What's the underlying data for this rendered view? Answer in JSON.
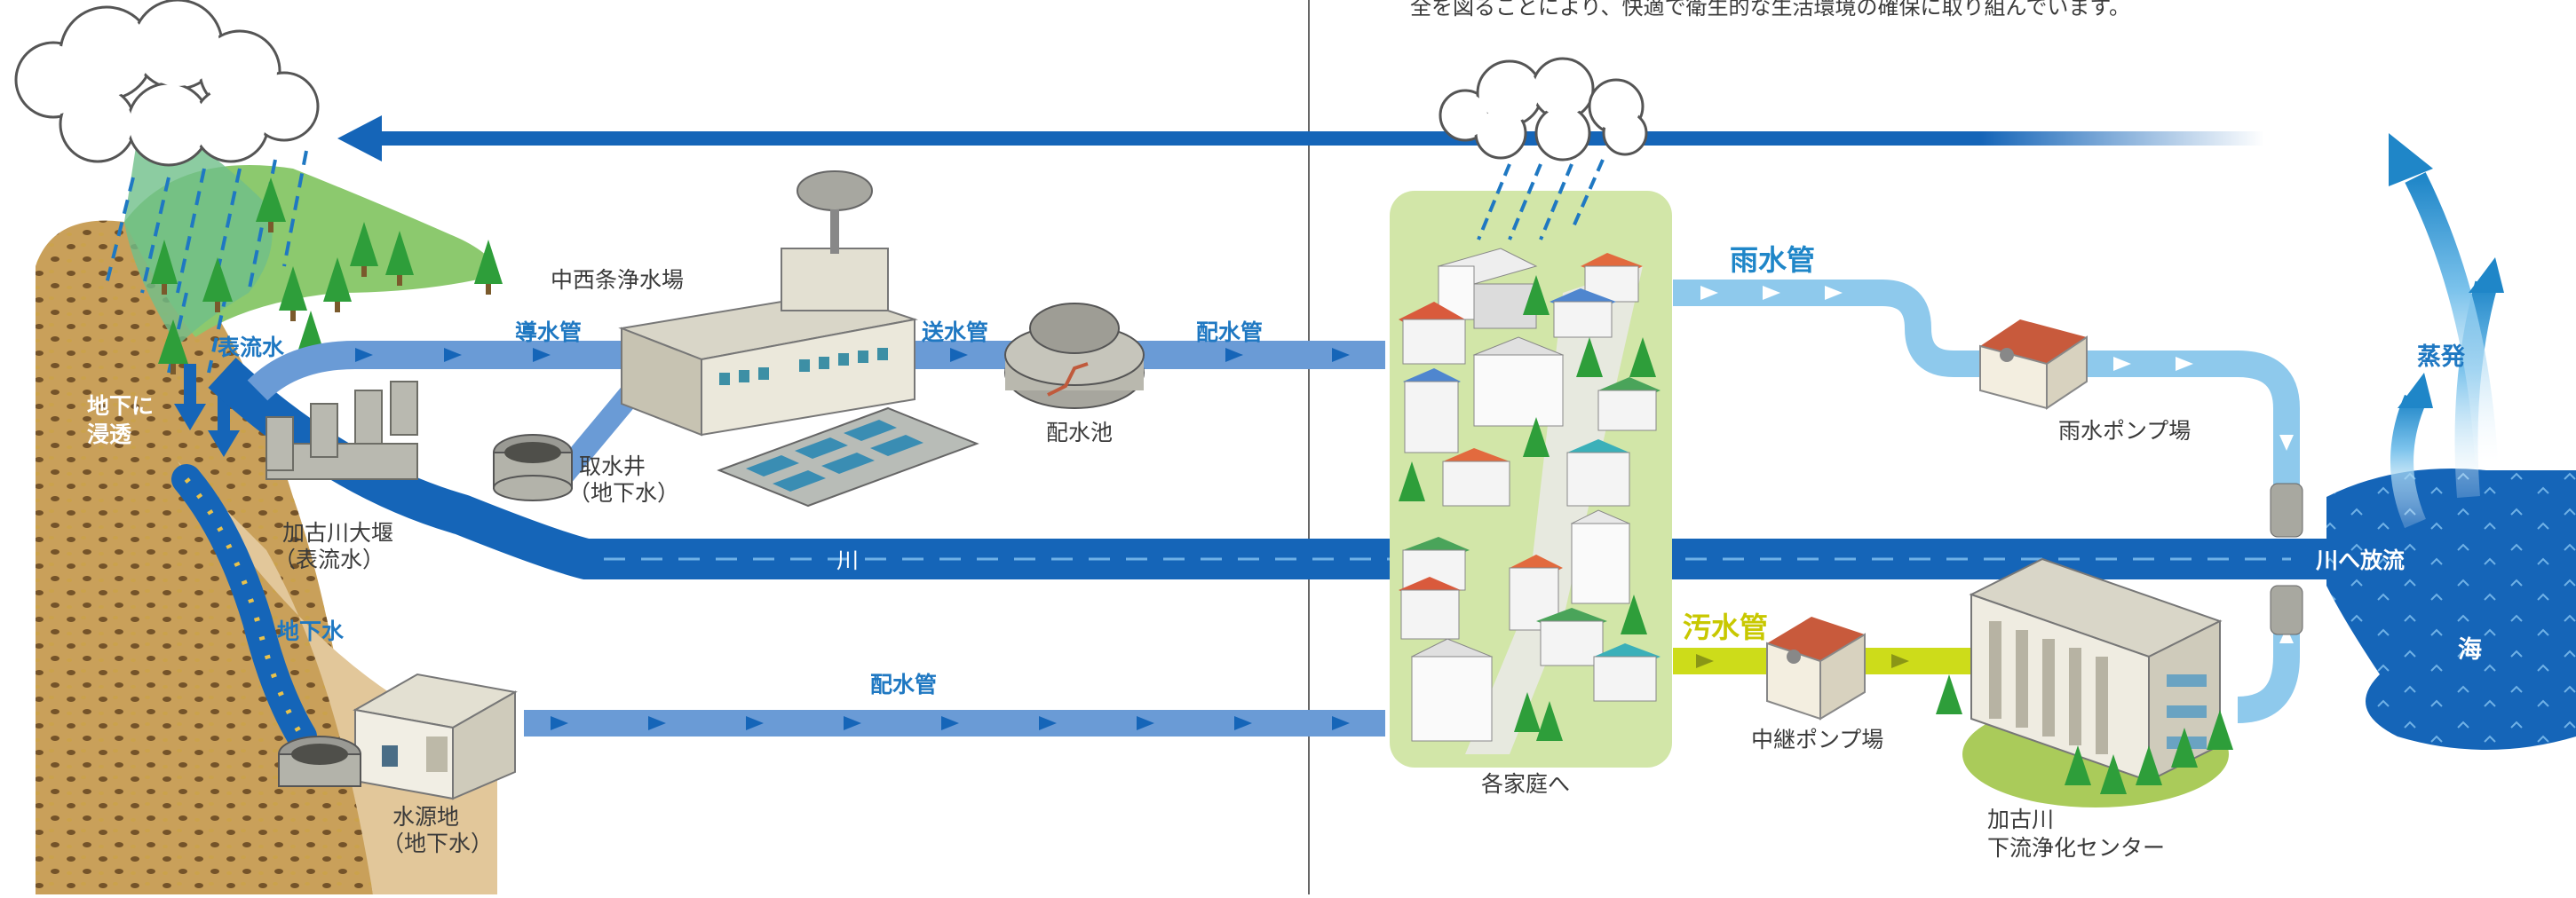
{
  "top_text": "全を図ることにより、快適で衛生的な生活環境の確保に取り組んでいます。",
  "labels": {
    "surface_water": "表流水",
    "infiltration_1": "地下に",
    "infiltration_2": "浸透",
    "conduit_pipe": "導水管",
    "purification_plant": "中西条浄水場",
    "transmission_pipe": "送水管",
    "distribution_pipe_top": "配水管",
    "reservoir": "配水池",
    "intake_well_1": "取水井",
    "intake_well_2": "（地下水）",
    "weir_1": "加古川大堰",
    "weir_2": "（表流水）",
    "river": "川",
    "groundwater": "地下水",
    "distribution_pipe_bottom": "配水管",
    "water_source_1": "水源地",
    "water_source_2": "（地下水）",
    "households": "各家庭へ",
    "rainwater_pipe": "雨水管",
    "rain_pump": "雨水ポンプ場",
    "sewage_pipe": "汚水管",
    "relay_pump": "中継ポンプ場",
    "treatment_1": "加古川",
    "treatment_2": "下流浄化センター",
    "discharge": "川へ放流",
    "evaporation": "蒸発",
    "sea": "海"
  },
  "colors": {
    "river_blue": "#1565b8",
    "pipe_blue": "#6a9bd6",
    "rain_pipe": "#8ec9ec",
    "sewage_pipe": "#cddc1a",
    "top_arrow": "#1565b8",
    "town_bg": "#d2e6a8"
  }
}
